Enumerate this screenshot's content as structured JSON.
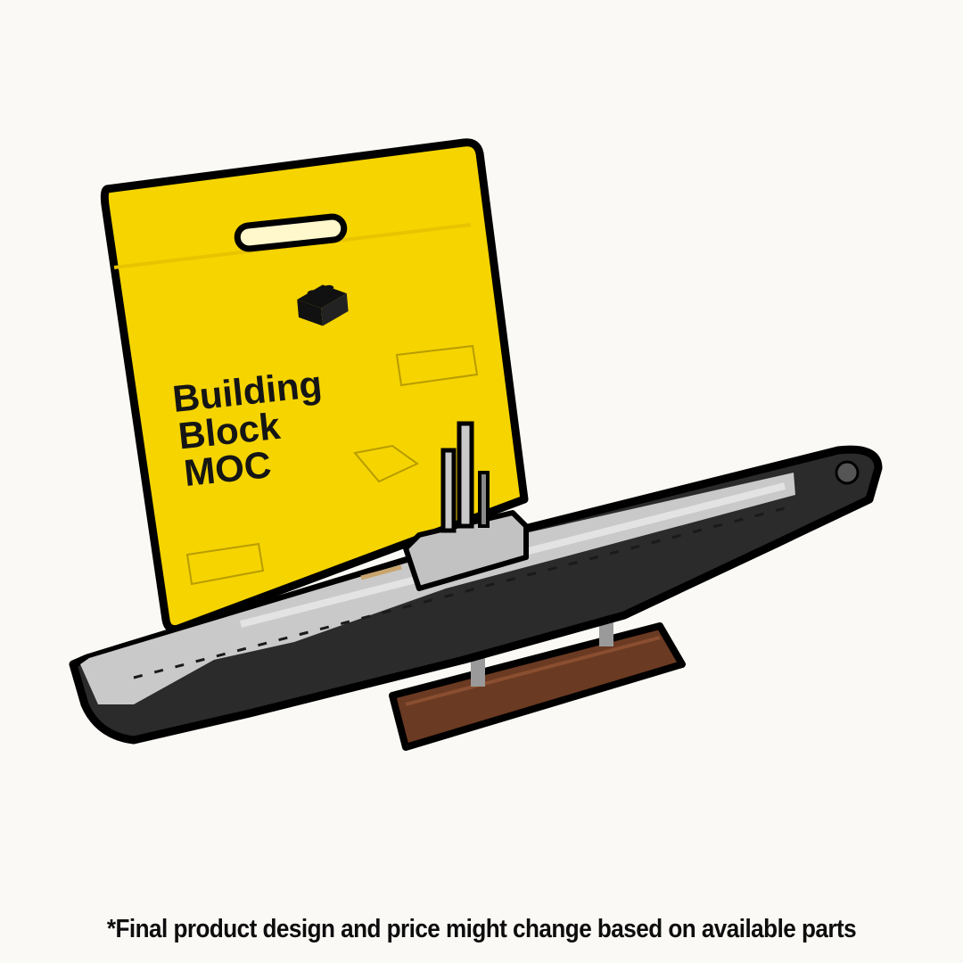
{
  "bag": {
    "line1": "Building",
    "line2": "Block",
    "line3": "MOC",
    "color": "#f7d800"
  },
  "product": {
    "hull_color": "#2b2b2b",
    "deck_color": "#c9c9c9",
    "base_color": "#6b3a22"
  },
  "disclaimer": "*Final product design and price might change based on available parts"
}
